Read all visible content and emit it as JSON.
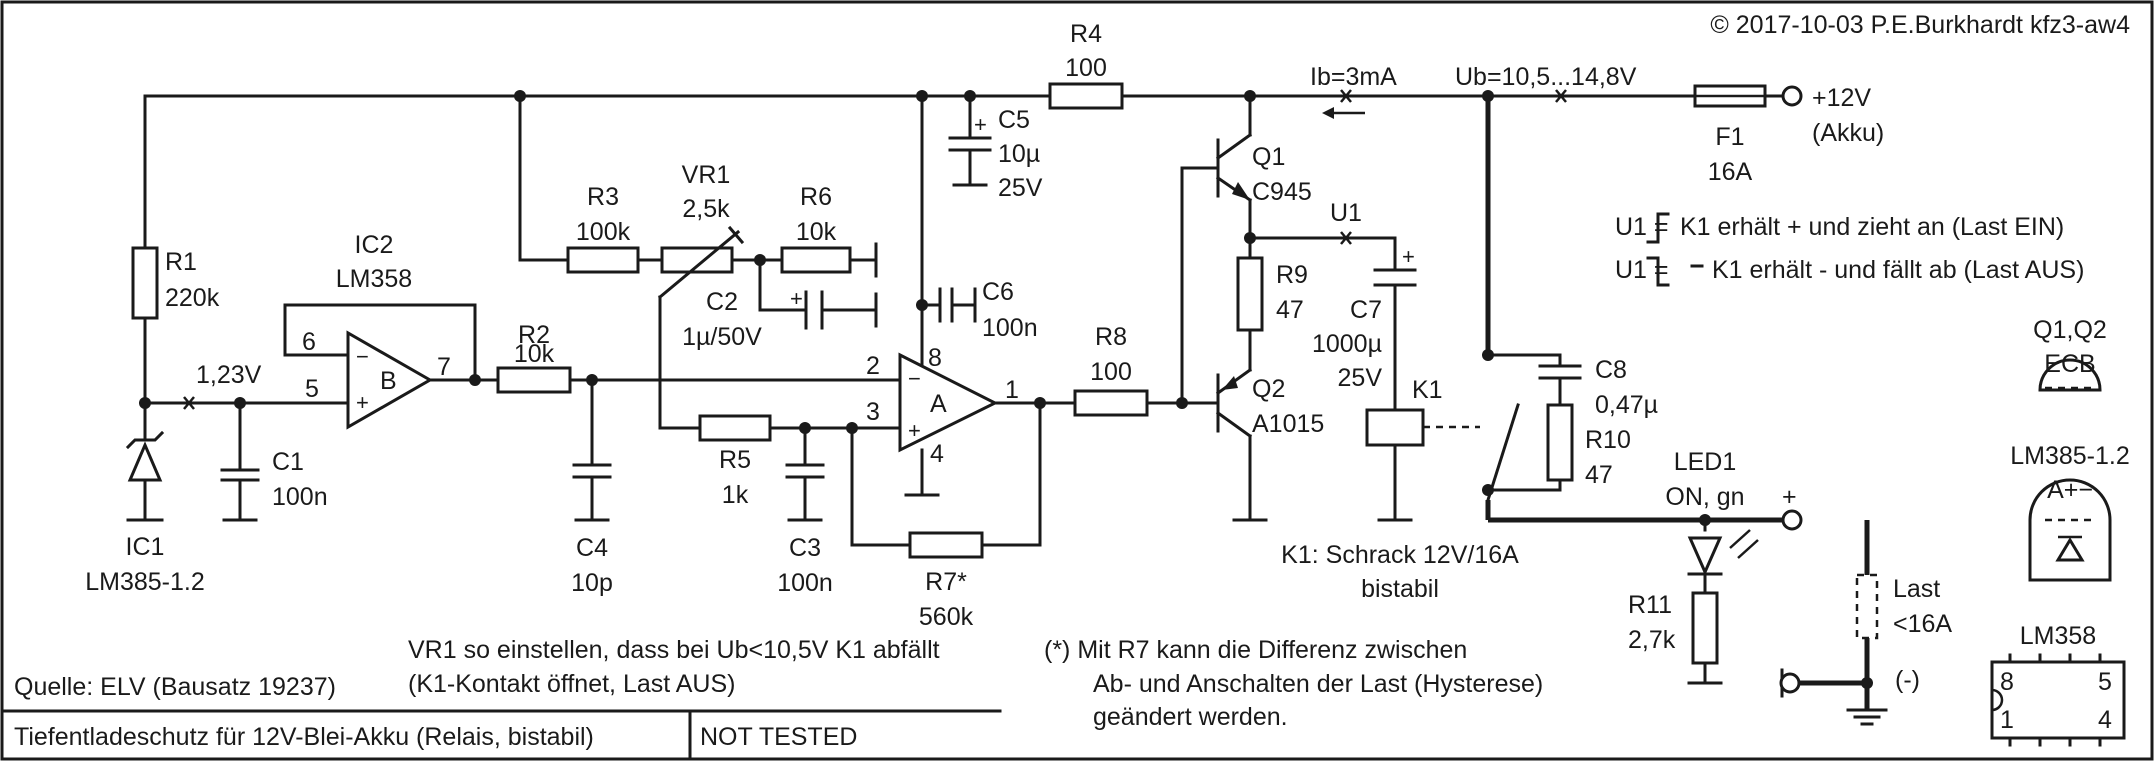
{
  "copyright": "© 2017-10-03 P.E.Burkhardt kfz3-aw4",
  "title": "Tiefentladeschutz für 12V-Blei-Akku (Relais, bistabil)",
  "status": "NOT TESTED",
  "source": "Quelle: ELV (Bausatz 19237)",
  "note_vr1": [
    "VR1 so einstellen, dass bei Ub<10,5V K1 abfällt",
    "(K1-Kontakt öffnet, Last AUS)"
  ],
  "note_r7": [
    "(*) Mit R7 kann die Differenz zwischen",
    "Ab- und Anschalten der Last (Hysterese)",
    "geändert werden."
  ],
  "legend_u1": {
    "on_prefix": "U1 =",
    "on_text": "K1 erhält + und zieht an (Last EIN)",
    "off_prefix": "U1 =",
    "off_text": "K1 erhält - und fällt ab (Last AUS)"
  },
  "components": {
    "r1": [
      "R1",
      "220k"
    ],
    "r2": [
      "R2",
      "10k"
    ],
    "r3": [
      "R3",
      "100k"
    ],
    "r4": [
      "R4",
      "100"
    ],
    "r5": [
      "R5",
      "1k"
    ],
    "r6": [
      "R6",
      "10k"
    ],
    "r7": [
      "R7*",
      "560k"
    ],
    "r8": [
      "R8",
      "100"
    ],
    "r9": [
      "R9",
      "47"
    ],
    "r10": [
      "R10",
      "47"
    ],
    "r11": [
      "R11",
      "2,7k"
    ],
    "vr1": [
      "VR1",
      "2,5k"
    ],
    "c1": [
      "C1",
      "100n"
    ],
    "c2": [
      "C2",
      "1µ/50V"
    ],
    "c3": [
      "C3",
      "100n"
    ],
    "c4": [
      "C4",
      "10p"
    ],
    "c5": [
      "C5",
      "10µ",
      "25V"
    ],
    "c6": [
      "C6",
      "100n"
    ],
    "c7": [
      "C7",
      "1000µ",
      "25V"
    ],
    "c8": [
      "C8",
      "0,47µ"
    ],
    "ic1": [
      "IC1",
      "LM385-1.2"
    ],
    "ic2": [
      "IC2",
      "LM358"
    ],
    "q1": [
      "Q1",
      "C945"
    ],
    "q2": [
      "Q2",
      "A1015"
    ],
    "k1": "K1",
    "k1_desc": [
      "K1: Schrack 12V/16A",
      "bistabil"
    ],
    "f1": [
      "F1",
      "16A"
    ],
    "led1": [
      "LED1",
      "ON, gn"
    ],
    "load": [
      "Last",
      "<16A"
    ]
  },
  "labels": {
    "vref": "1,23V",
    "ib": "Ib=3mA",
    "ub": "Ub=10,5...14,8V",
    "plus12": "+12V",
    "akku": "(Akku)",
    "u1": "U1",
    "plus": "+",
    "minus": "(-)",
    "opamp_a": "A",
    "opamp_b": "B",
    "pin1": "1",
    "pin2": "2",
    "pin3": "3",
    "pin4": "4",
    "pin5": "5",
    "pin6": "6",
    "pin7": "7",
    "pin8": "8"
  },
  "pinouts": {
    "q_title": "Q1,Q2",
    "q_pins": "ECB",
    "lm385_title": "LM385-1.2",
    "lm385_pins": "A+−",
    "lm358_title": "LM358",
    "lm358_pins": [
      "8",
      "5",
      "1",
      "4"
    ]
  }
}
